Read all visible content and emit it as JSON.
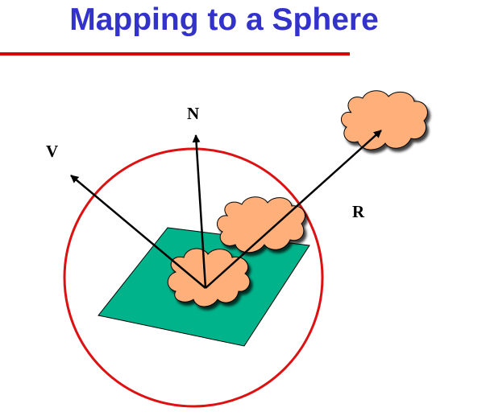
{
  "title": "Mapping to a Sphere",
  "labels": {
    "normal": "N",
    "view": "V",
    "reflect": "R"
  },
  "colors": {
    "title": "#3333cc",
    "rule": "#dd0000",
    "sphere": "#dd1111",
    "surface": "#00b38a",
    "cloud": "#ffb07a",
    "arrow": "#000000"
  }
}
